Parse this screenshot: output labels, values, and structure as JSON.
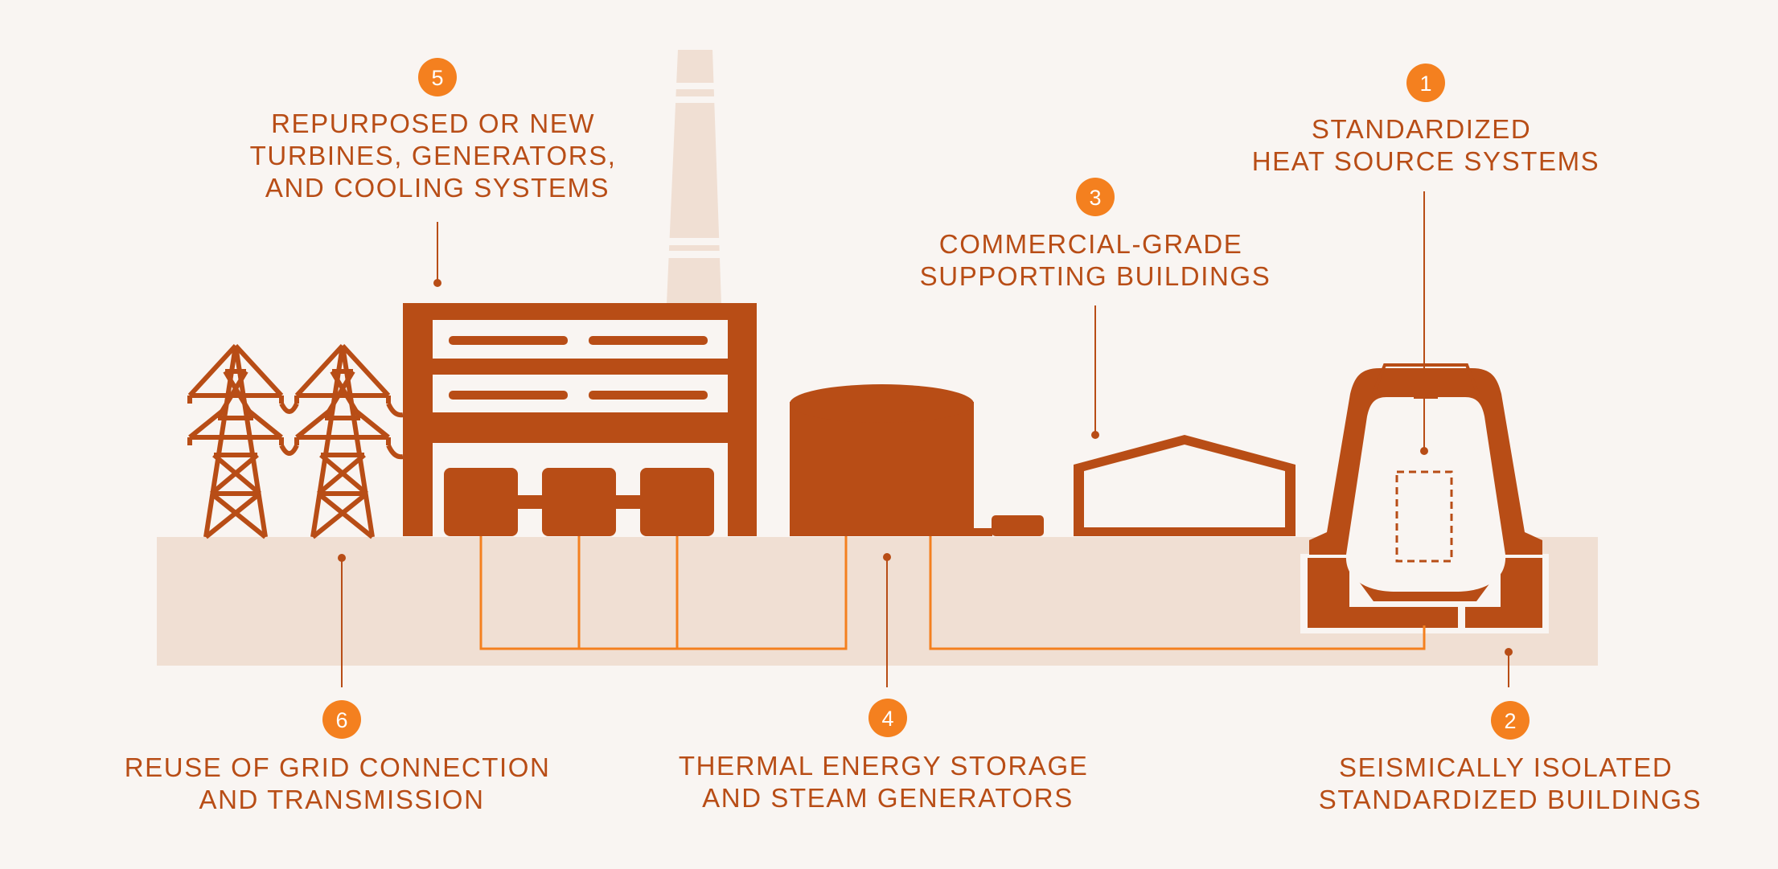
{
  "colors": {
    "accent": "#b84d16",
    "marker": "#f4801f",
    "ground": "#f0dfd3",
    "background": "#f9f5f2"
  },
  "callouts": [
    {
      "number": "1",
      "lines": [
        "STANDARDIZED",
        "HEAT SOURCE SYSTEMS"
      ]
    },
    {
      "number": "2",
      "lines": [
        "SEISMICALLY ISOLATED",
        "STANDARDIZED BUILDINGS"
      ]
    },
    {
      "number": "3",
      "lines": [
        "COMMERCIAL-GRADE",
        "SUPPORTING BUILDINGS"
      ]
    },
    {
      "number": "4",
      "lines": [
        "THERMAL ENERGY STORAGE",
        "AND STEAM GENERATORS"
      ]
    },
    {
      "number": "5",
      "lines": [
        "REPURPOSED OR NEW",
        "TURBINES, GENERATORS,",
        "AND COOLING SYSTEMS"
      ]
    },
    {
      "number": "6",
      "lines": [
        "REUSE OF GRID CONNECTION",
        "AND TRANSMISSION"
      ]
    }
  ]
}
